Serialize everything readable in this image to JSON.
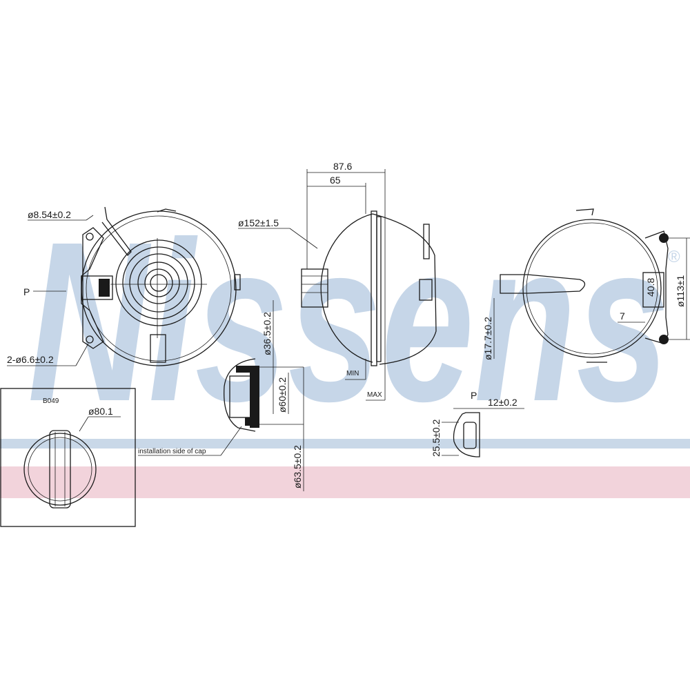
{
  "watermark": {
    "brand": "Nissens",
    "mark": "®",
    "band_blue": "#c9d8e8",
    "band_pink": "#f2d3db"
  },
  "front_view": {
    "hose_dia": "ø8.54±0.2",
    "port_label": "P",
    "mount_holes": "2-ø6.6±0.2"
  },
  "side_view": {
    "width_overall": "87.6",
    "width_body": "65",
    "body_dia": "ø152±1.5",
    "min_label": "MIN",
    "max_label": "MAX"
  },
  "cap_section": {
    "inner_dia": "ø36.5±0.2",
    "thread_dia": "ø60±0.2",
    "outer_dia": "ø63.5±0.2",
    "note": "installation side of cap"
  },
  "cap_detail": {
    "code": "B049",
    "dia": "ø80.1"
  },
  "rear_view": {
    "outlet_dia": "ø17.7±0.2",
    "bracket_height": "40.8",
    "offset": "7",
    "mount_span": "ø113±1"
  },
  "connector_detail": {
    "port_label": "P",
    "width": "12±0.2",
    "height": "25.5±0.2"
  }
}
